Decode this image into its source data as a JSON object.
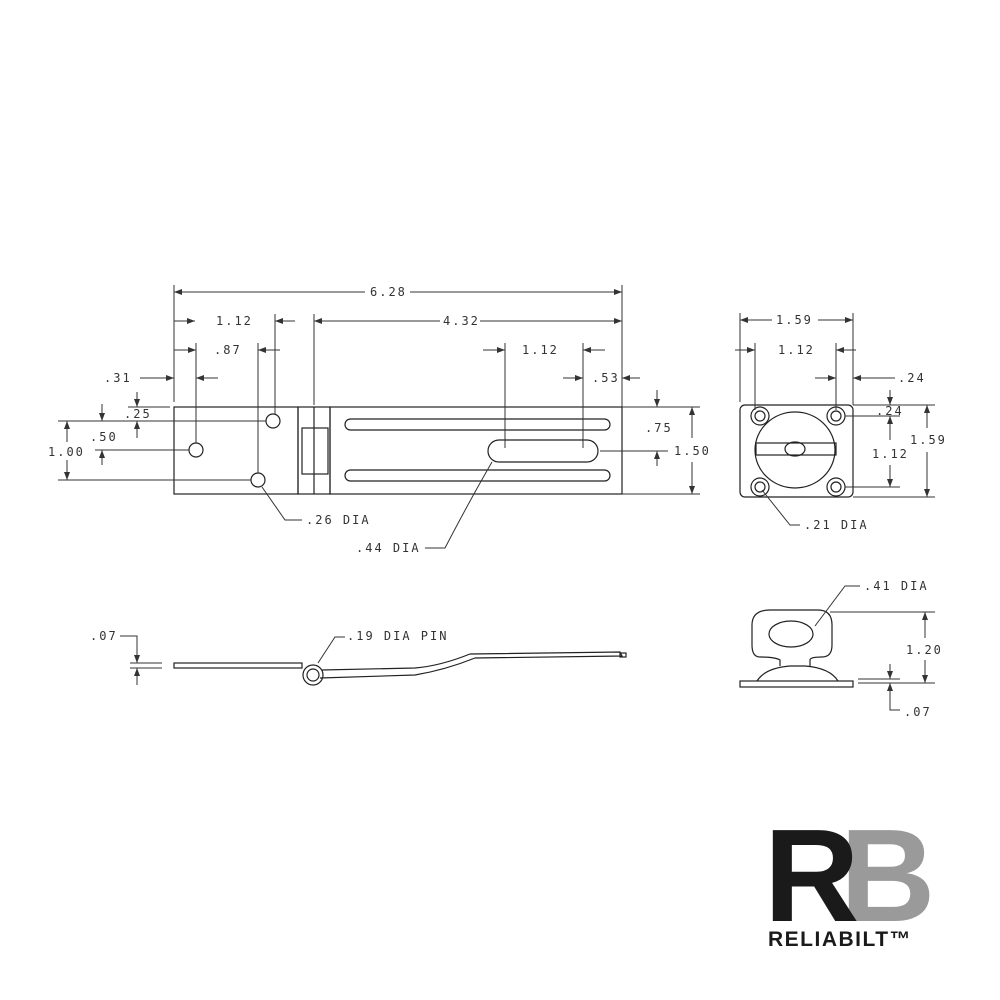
{
  "drawing": {
    "top_view": {
      "overall_length": "6.28",
      "hole_spacing_upper": "1.12",
      "hasp_length": "4.32",
      "hole_offset_lower": ".87",
      "hole_offset_middle": ".31",
      "slot_length": "1.12",
      "slot_end_offset": ".53",
      "hole_top_offset": ".25",
      "hole_middle_offset": ".50",
      "hole_spacing_vertical": "1.00",
      "slot_center_height": ".75",
      "overall_width": "1.50",
      "hole_dia": ".26 DIA",
      "slot_dia": ".44 DIA"
    },
    "staple_top_view": {
      "width": "1.59",
      "hole_spacing": "1.12",
      "edge_offset_h": ".24",
      "edge_offset_v": ".24",
      "hole_spacing_v": "1.12",
      "height": "1.59",
      "hole_dia": ".21 DIA"
    },
    "side_view": {
      "thickness": ".07",
      "pin": ".19 DIA PIN"
    },
    "staple_side_view": {
      "eye_dia": ".41 DIA",
      "height": "1.20",
      "base_thickness": ".07"
    }
  },
  "logo": {
    "letter_1": "R",
    "letter_2": "B",
    "brand": "RELIABILT™",
    "colors": {
      "dark": "#1a1a1a",
      "gray": "#9a9a9a"
    }
  }
}
